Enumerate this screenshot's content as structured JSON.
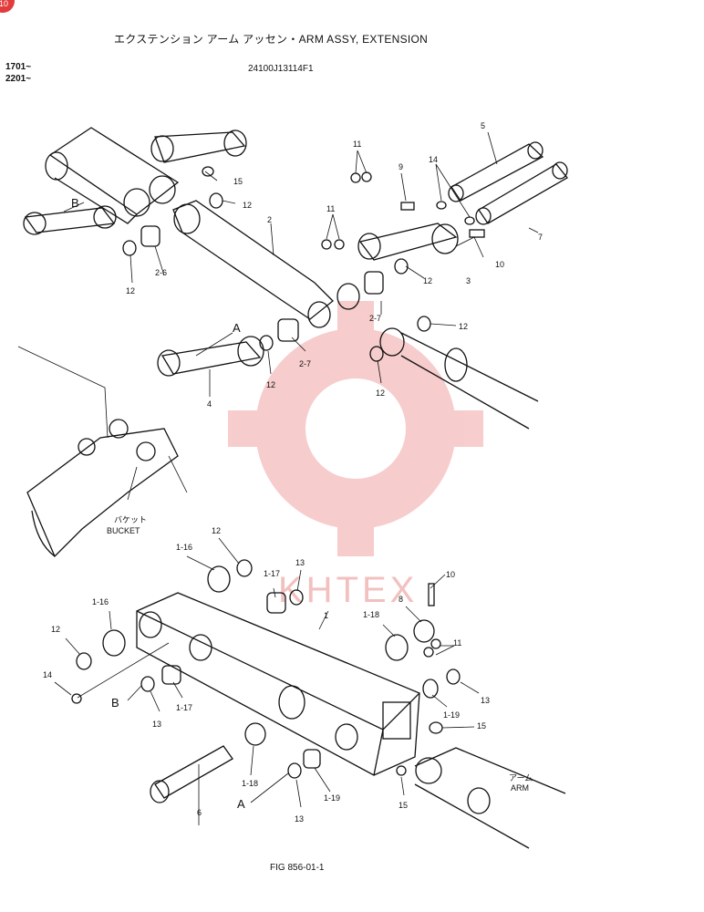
{
  "title": "エクステンション アーム アッセン・ARM ASSY, EXTENSION",
  "serials": [
    "1701~",
    "2201~"
  ],
  "part_number": "24100J13114F1",
  "figure_label": "FIG 856-01-1",
  "watermark": {
    "text": "KHTEX",
    "color": "#f3b5b5"
  },
  "corner_badge": {
    "text": "10",
    "color": "#e23b3b"
  },
  "callouts": {
    "c5": "5",
    "c7": "7",
    "c9": "9",
    "c14a": "14",
    "c11a": "11",
    "c15a": "15",
    "c12a": "12",
    "c2": "2",
    "c11b": "11",
    "c10a": "10",
    "c3": "3",
    "c12b": "12",
    "c12c": "12",
    "c26": "2-6",
    "c27a": "2-7",
    "c12d": "12",
    "c27b": "2-7",
    "c12e": "12",
    "c4": "4",
    "c12f": "12",
    "c116a": "1-16",
    "c12g": "12",
    "c117a": "1-17",
    "c13a": "13",
    "c10b": "10",
    "c8": "8",
    "c1": "1",
    "c118a": "1-18",
    "c116b": "1-16",
    "c12h": "12",
    "c11c": "11",
    "c14b": "14",
    "c13b": "13",
    "c117b": "1-17",
    "c13c": "13",
    "c119a": "1-19",
    "c15b": "15",
    "c118b": "1-18",
    "c6": "6",
    "c13d": "13",
    "c119b": "1-19",
    "c15c": "15"
  },
  "letters": {
    "b_top": "B",
    "a_mid": "A",
    "b_low": "B",
    "a_low": "A"
  },
  "bucket_label": {
    "jp": "バケット",
    "en": "BUCKET"
  },
  "arm_label": {
    "jp": "アーム",
    "en": "ARM"
  }
}
